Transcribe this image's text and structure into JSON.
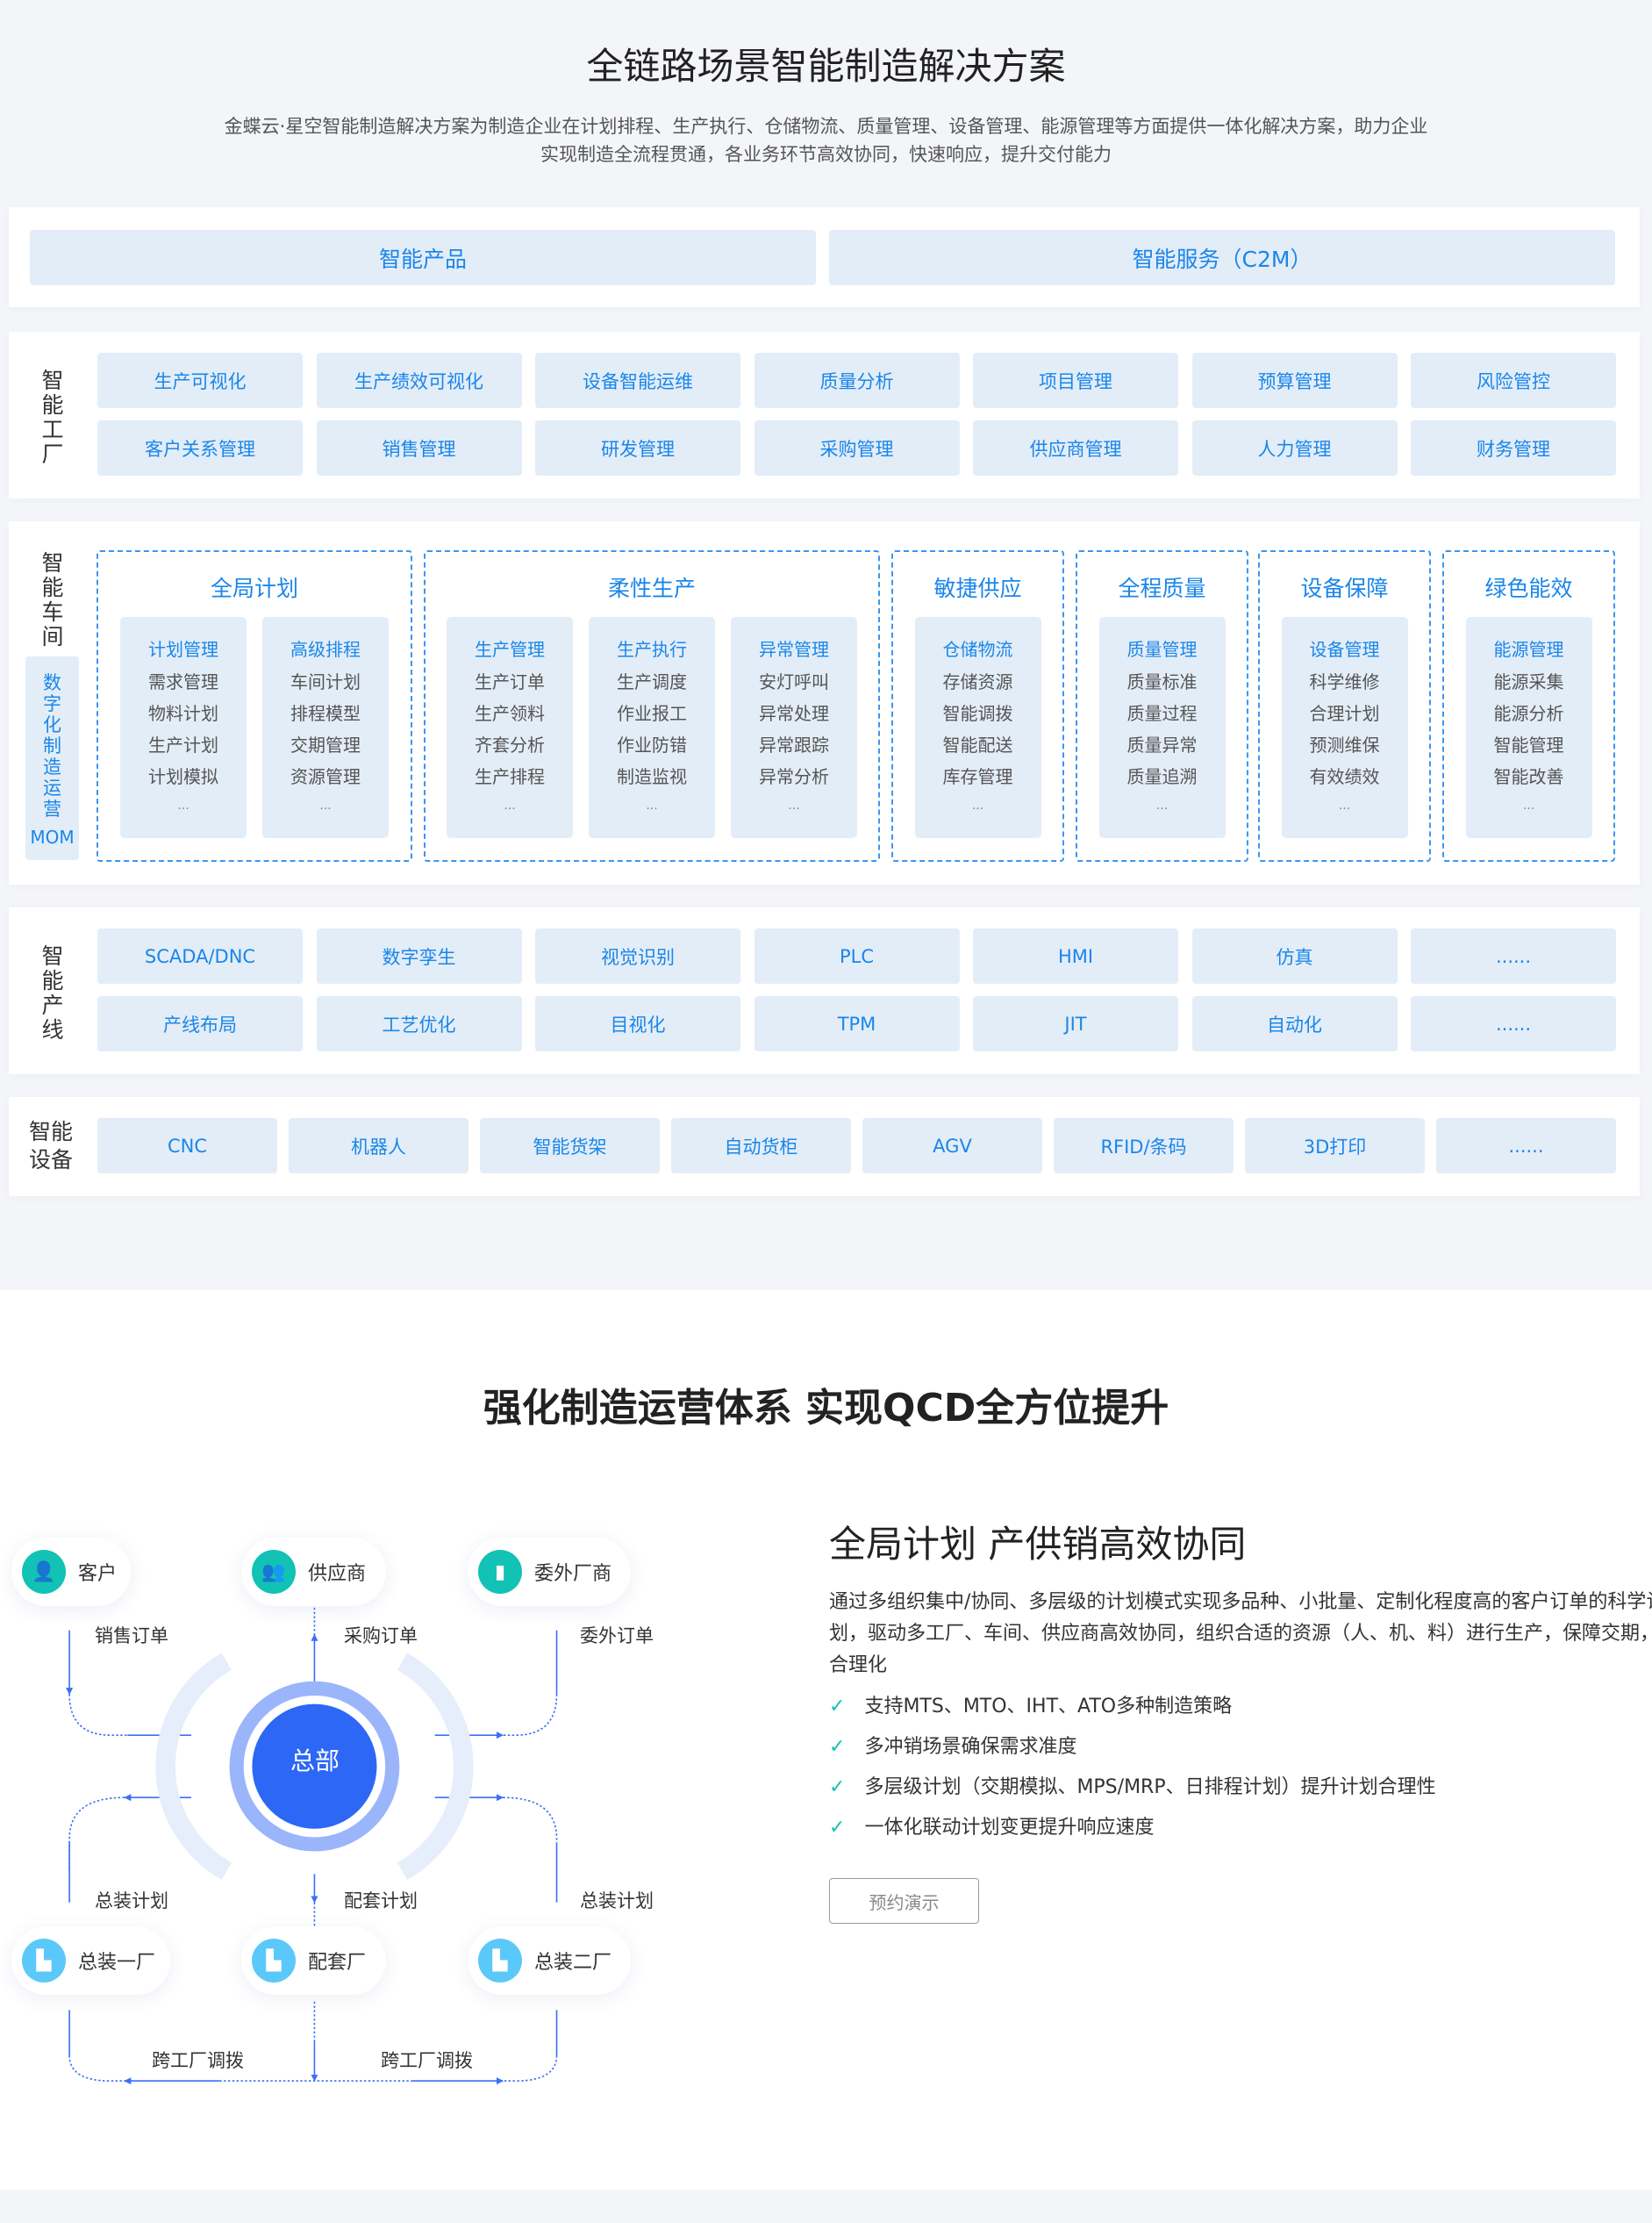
{
  "hero": {
    "title": "全链路场景智能制造解决方案",
    "subtitle_lines": [
      "金蝶云·星空智能制造解决方案为制造企业在计划排程、生产执行、仓储物流、质量管理、设备管理、能源管理等方面提供一体化解决方案，助力企业",
      "实现制造全流程贯通，各业务环节高效协同，快速响应，提升交付能力"
    ]
  },
  "top_row": [
    "智能产品",
    "智能服务（C2M）"
  ],
  "factory": {
    "label": "智能工厂",
    "items": [
      "生产可视化",
      "生产绩效可视化",
      "设备智能运维",
      "质量分析",
      "项目管理",
      "预算管理",
      "风险管控",
      "客户关系管理",
      "销售管理",
      "研发管理",
      "采购管理",
      "供应商管理",
      "人力管理",
      "财务管理"
    ]
  },
  "workshop": {
    "label": "智能车间",
    "mom_label": "数字化制造运营",
    "mom_suffix": "MOM",
    "groups": [
      {
        "title": "全局计划",
        "cards": [
          {
            "head": "计划管理",
            "items": [
              "需求管理",
              "物料计划",
              "生产计划",
              "计划模拟"
            ]
          },
          {
            "head": "高级排程",
            "items": [
              "车间计划",
              "排程模型",
              "交期管理",
              "资源管理"
            ]
          }
        ]
      },
      {
        "title": "柔性生产",
        "cards": [
          {
            "head": "生产管理",
            "items": [
              "生产订单",
              "生产领料",
              "齐套分析",
              "生产排程"
            ]
          },
          {
            "head": "生产执行",
            "items": [
              "生产调度",
              "作业报工",
              "作业防错",
              "制造监视"
            ]
          },
          {
            "head": "异常管理",
            "items": [
              "安灯呼叫",
              "异常处理",
              "异常跟踪",
              "异常分析"
            ]
          }
        ]
      },
      {
        "title": "敏捷供应",
        "cards": [
          {
            "head": "仓储物流",
            "items": [
              "存储资源",
              "智能调拨",
              "智能配送",
              "库存管理"
            ]
          }
        ]
      },
      {
        "title": "全程质量",
        "cards": [
          {
            "head": "质量管理",
            "items": [
              "质量标准",
              "质量过程",
              "质量异常",
              "质量追溯"
            ]
          }
        ]
      },
      {
        "title": "设备保障",
        "cards": [
          {
            "head": "设备管理",
            "items": [
              "科学维修",
              "合理计划",
              "预测维保",
              "有效绩效"
            ]
          }
        ]
      },
      {
        "title": "绿色能效",
        "cards": [
          {
            "head": "能源管理",
            "items": [
              "能源采集",
              "能源分析",
              "智能管理",
              "智能改善"
            ]
          }
        ]
      }
    ],
    "ellipsis": "..."
  },
  "line": {
    "label": "智能产线",
    "items": [
      "SCADA/DNC",
      "数字孪生",
      "视觉识别",
      "PLC",
      "HMI",
      "仿真",
      "......",
      "产线布局",
      "工艺优化",
      "目视化",
      "TPM",
      "JIT",
      "自动化",
      "......"
    ]
  },
  "equipment": {
    "label_lines": [
      "智能",
      "设备"
    ],
    "items": [
      "CNC",
      "机器人",
      "智能货架",
      "自动货柜",
      "AGV",
      "RFID/条码",
      "3D打印",
      "......"
    ]
  },
  "section2": {
    "title": "强化制造运营体系 实现QCD全方位提升",
    "diagram": {
      "center": "总部",
      "nodes": [
        "客户",
        "供应商",
        "委外厂商",
        "总装一厂",
        "配套厂",
        "总装二厂"
      ],
      "labels": [
        "销售订单",
        "采购订单",
        "委外订单",
        "总装计划",
        "配套计划",
        "总装计划",
        "跨工厂调拨",
        "跨工厂调拨"
      ]
    },
    "heading": "全局计划 产供销高效协同",
    "para_lines": [
      "通过多组织集中/协同、多层级的计划模式实现多品种、小批量、定制化程度高的客户订单的科学计",
      "划，驱动多工厂、车间、供应商高效协同，组织合适的资源（人、机、料）进行生产，保障交期，库",
      "合理化"
    ],
    "checks": [
      "支持MTS、MTO、IHT、ATO多种制造策略",
      "多冲销场景确保需求准度",
      "多层级计划（交期模拟、MPS/MRP、日排程计划）提升计划合理性",
      "一体化联动计划变更提升响应速度"
    ],
    "check_icon": "✓",
    "demo_button": "预约演示"
  },
  "colors": {
    "accent": "#1a86ea",
    "tile": "#e3edf7",
    "hub": "#2c67f6",
    "teal": "#12c2b4"
  }
}
